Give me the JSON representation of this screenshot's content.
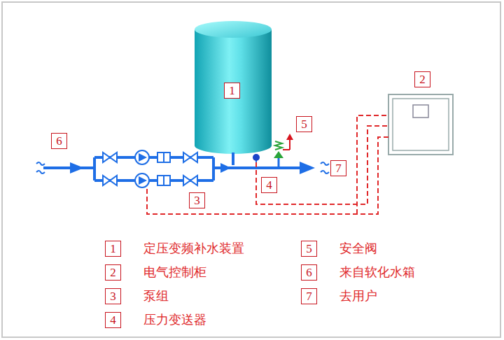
{
  "diagram": {
    "nodes": [
      {
        "text": [
          "2"
        ]
      },
      {
        "text": [
          "1"
        ]
      },
      {
        "text": [
          "5"
        ]
      },
      {
        "text": [
          "6"
        ]
      },
      {
        "text": [
          "7"
        ]
      },
      {
        "text": [
          "4"
        ]
      },
      {
        "text": [
          "3"
        ]
      },
      {
        "text": [
          "1"
        ]
      },
      {
        "text": [
          "5"
        ]
      },
      {
        "text": [
          "2"
        ]
      },
      {
        "text": [
          "6"
        ]
      },
      {
        "text": [
          "3"
        ]
      },
      {
        "text": [
          "7"
        ]
      },
      {
        "text": [
          "4"
        ]
      }
    ],
    "labels": [
      "定压变频补水装置",
      "安全阀",
      "电气控制柜",
      "来自软化水箱",
      "泵组",
      "去用户",
      "压力变送器"
    ]
  }
}
